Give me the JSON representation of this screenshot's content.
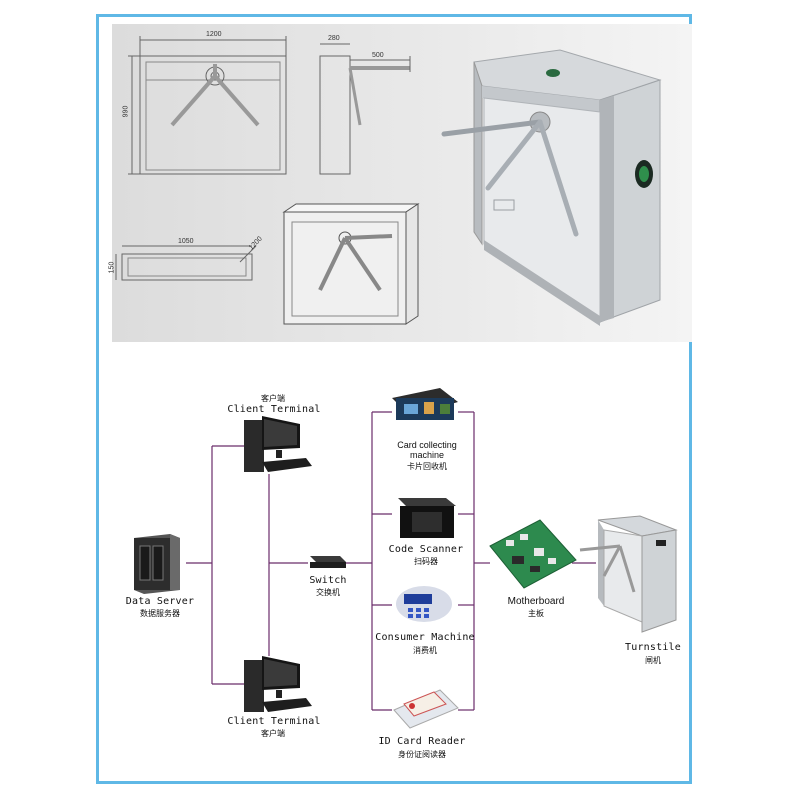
{
  "dimensions": {
    "width_top": "1200",
    "height_side": "990",
    "side_width": "280",
    "arm_length": "500",
    "base_length": "1050",
    "base_height": "150",
    "base_angle": "1200"
  },
  "nodes": {
    "client_top": {
      "cn": "客户端",
      "en": "Client Terminal"
    },
    "client_bottom": {
      "en": "Client Terminal",
      "cn": "客户端"
    },
    "data_server": {
      "en": "Data Server",
      "cn": "数据服务器"
    },
    "switch": {
      "en": "Switch",
      "cn": "交换机"
    },
    "card_collecting": {
      "en_line1": "Card collecting",
      "en_line2": "machine",
      "cn": "卡片回收机"
    },
    "code_scanner": {
      "en": "Code Scanner",
      "cn": "扫码器"
    },
    "consumer_machine": {
      "en": "Consumer Machine",
      "cn": "消费机"
    },
    "id_card_reader": {
      "en": "ID Card Reader",
      "cn": "身份证阅读器"
    },
    "motherboard": {
      "en": "Motherboard",
      "cn": "主板"
    },
    "turnstile": {
      "en": "Turnstile",
      "cn": "闸机"
    }
  },
  "colors": {
    "frame_border": "#5fb8e6",
    "connector": "#6b2d6b",
    "steel": "#c8ccd0"
  }
}
